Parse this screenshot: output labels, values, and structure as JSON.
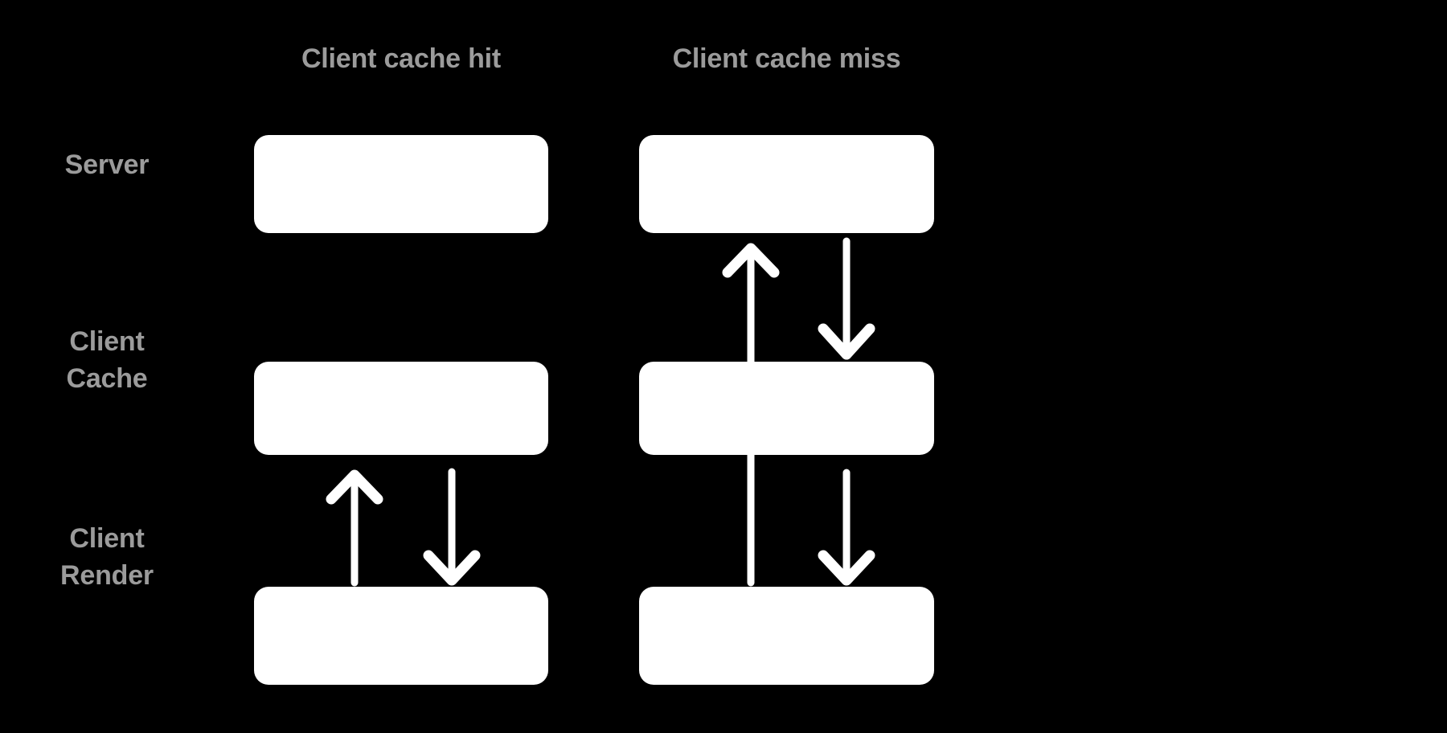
{
  "diagram": {
    "title_present": false,
    "background_color": "#000000",
    "box_color": "#ffffff",
    "label_color": "#9b9b9b",
    "arrow_color": "#ffffff",
    "columns": [
      {
        "id": "cache-hit",
        "header": "Client cache hit"
      },
      {
        "id": "cache-miss",
        "header": "Client cache miss"
      }
    ],
    "rows": [
      {
        "id": "server",
        "label": "Server"
      },
      {
        "id": "client-cache",
        "label_line1": "Client",
        "label_line2": "Cache"
      },
      {
        "id": "client-render",
        "label_line1": "Client",
        "label_line2": "Render"
      }
    ],
    "nodes": [
      {
        "id": "hit-server",
        "column": "cache-hit",
        "row": "server",
        "text": ""
      },
      {
        "id": "hit-client-cache",
        "column": "cache-hit",
        "row": "client-cache",
        "text": ""
      },
      {
        "id": "hit-client-render",
        "column": "cache-hit",
        "row": "client-render",
        "text": ""
      },
      {
        "id": "miss-server",
        "column": "cache-miss",
        "row": "server",
        "text": ""
      },
      {
        "id": "miss-client-cache",
        "column": "cache-miss",
        "row": "client-cache",
        "text": ""
      },
      {
        "id": "miss-client-render",
        "column": "cache-miss",
        "row": "client-render",
        "text": ""
      }
    ],
    "arrows": [
      {
        "id": "hit-render-to-cache",
        "column": "cache-hit",
        "from": "client-render",
        "to": "client-cache",
        "direction": "up",
        "label": ""
      },
      {
        "id": "hit-cache-to-render",
        "column": "cache-hit",
        "from": "client-cache",
        "to": "client-render",
        "direction": "down",
        "label": ""
      },
      {
        "id": "miss-render-to-server",
        "column": "cache-miss",
        "from": "client-render",
        "to": "server",
        "direction": "up",
        "label": ""
      },
      {
        "id": "miss-server-to-cache",
        "column": "cache-miss",
        "from": "server",
        "to": "client-cache",
        "direction": "down",
        "label": ""
      },
      {
        "id": "miss-cache-to-render",
        "column": "cache-miss",
        "from": "client-cache",
        "to": "client-render",
        "direction": "down",
        "label": ""
      }
    ]
  }
}
